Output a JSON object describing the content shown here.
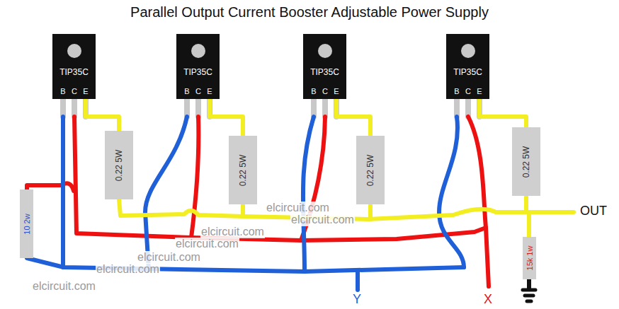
{
  "diagram": {
    "title": "Parallel Output Current Booster Adjustable Power Supply",
    "nodes": [
      {
        "text": [
          "TIP35C",
          "B",
          "C",
          "E"
        ]
      },
      {
        "text": [
          "0.22 5W"
        ]
      },
      {
        "text": [
          "TIP35C",
          "B",
          "C",
          "E"
        ]
      },
      {
        "text": [
          "0.22 5W"
        ]
      },
      {
        "text": [
          "TIP35C",
          "B",
          "C",
          "E"
        ]
      },
      {
        "text": [
          "0.22 5W"
        ]
      },
      {
        "text": [
          "TIP35C",
          "B",
          "C",
          "E"
        ]
      },
      {
        "text": [
          "0.22 5W"
        ]
      },
      {
        "text": [
          "10 2w"
        ]
      },
      {
        "text": [
          "15k 1w"
        ]
      }
    ],
    "edges": [
      {
        "from": 0,
        "to": 1,
        "arrow": "none"
      },
      {
        "from": 2,
        "to": 3,
        "arrow": "none"
      },
      {
        "from": 4,
        "to": 5,
        "arrow": "none"
      },
      {
        "from": 6,
        "to": 7,
        "arrow": "none"
      }
    ],
    "labels": [
      "OUT",
      "Y",
      "X",
      "elcircuit.com",
      "elcircuit.com",
      "elcircuit.com",
      "elcircuit.com",
      "elcircuit.com",
      "elcircuit.com",
      "elcircuit.com"
    ]
  }
}
